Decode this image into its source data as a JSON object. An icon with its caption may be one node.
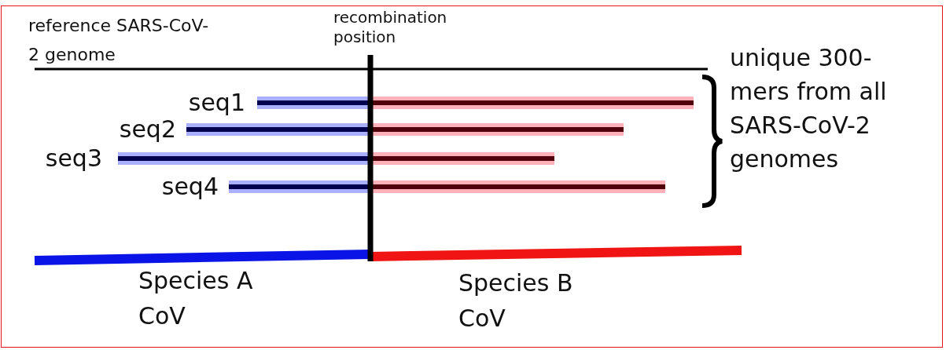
{
  "diagram": {
    "labels": [
      "reference SARS-CoV-2 genome",
      "recombination position",
      "seq1",
      "seq2",
      "seq3",
      "seq4",
      "unique 300-mers from all SARS-CoV-2 genomes",
      "Species A CoV",
      "Species B CoV"
    ]
  }
}
